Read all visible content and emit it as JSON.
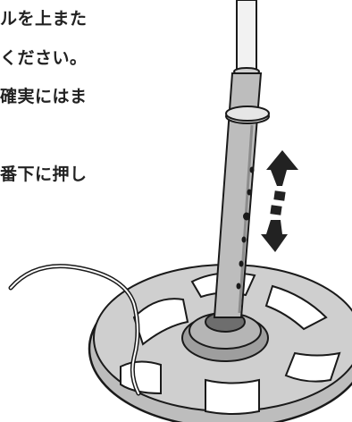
{
  "instructions": {
    "lines": [
      "ルを上また",
      "ください。",
      "確実にはま",
      "番下に押し"
    ]
  },
  "colors": {
    "line": "#1a1a1a",
    "shade_light": "#d9d9d9",
    "shade_mid": "#bdbdbd",
    "shade_dark": "#8c8c8c",
    "arrow": "#222222"
  },
  "icons": [
    "up-down-arrow-icon"
  ]
}
